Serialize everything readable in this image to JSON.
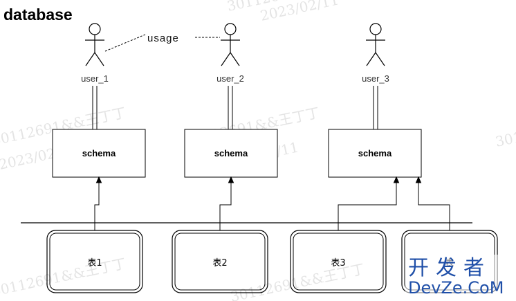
{
  "title": "database",
  "usage_label": "usage",
  "users": [
    {
      "label": "user_1"
    },
    {
      "label": "user_2"
    },
    {
      "label": "user_3"
    }
  ],
  "schemas": [
    {
      "label": "schema"
    },
    {
      "label": "schema"
    },
    {
      "label": "schema"
    }
  ],
  "tables": [
    {
      "label": "表1"
    },
    {
      "label": "表2"
    },
    {
      "label": "表3"
    },
    {
      "label": "表"
    }
  ],
  "watermarks": [
    {
      "line1": "30112691&&王丁丁",
      "line2": "2023/02/11"
    }
  ],
  "brand": {
    "chinese": "开发者",
    "latin": "DevZe.CoM"
  },
  "colors": {
    "line": "#000000",
    "brand": "#1f4fa8",
    "watermark": "#cfcfcf"
  }
}
